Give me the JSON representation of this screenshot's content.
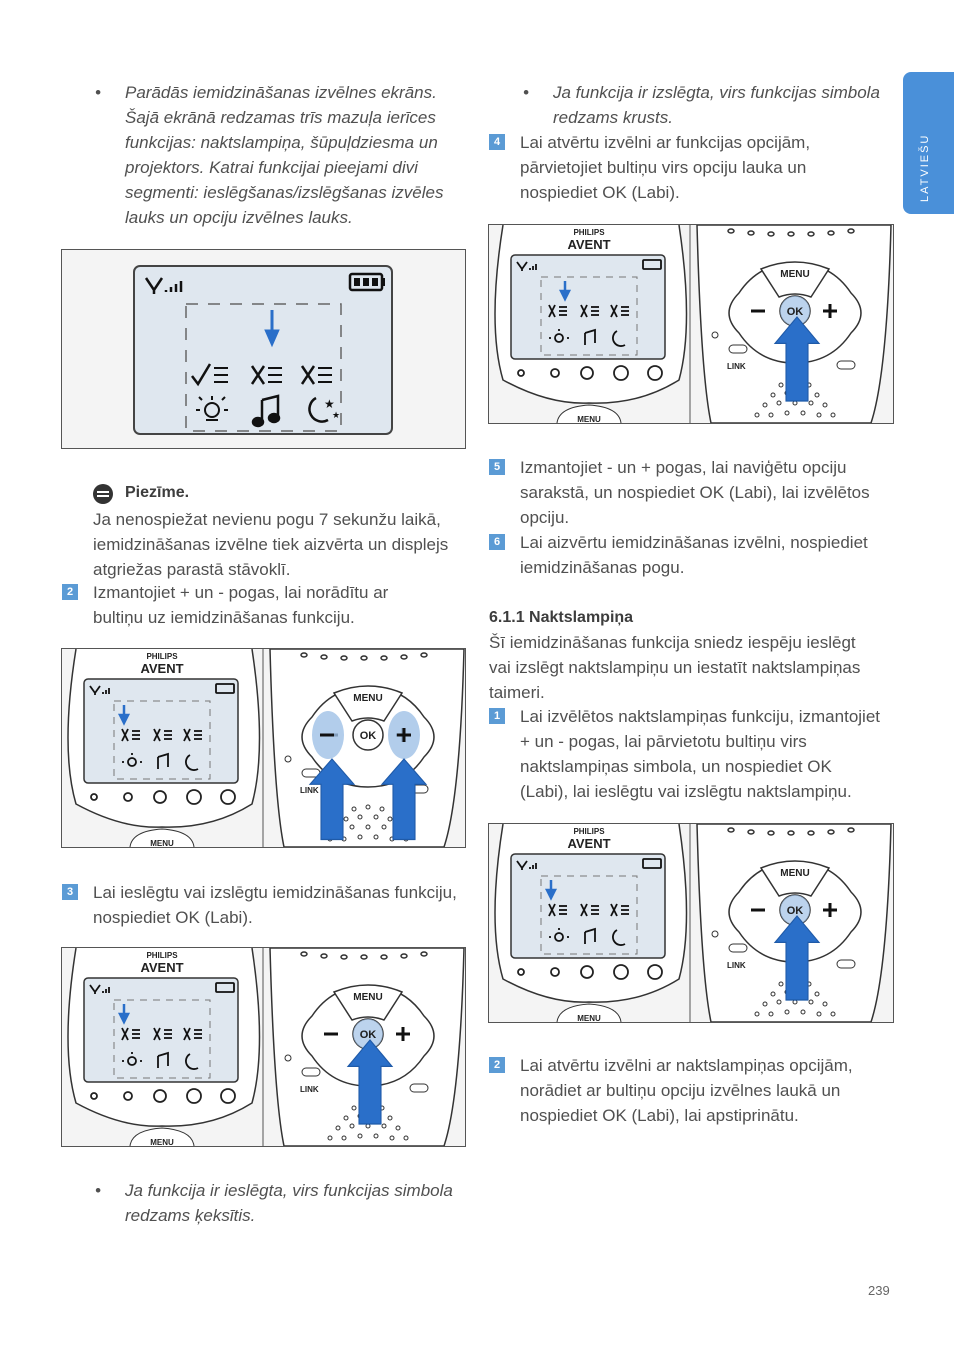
{
  "side_tab": {
    "label": "LATVIEŠU"
  },
  "page_number": "239",
  "left": {
    "intro_bullet": [
      "Parādās iemidzināšanas izvēlnes ekrāns.",
      "Šajā ekrānā redzamas trīs mazuļa ierīces",
      "funkcijas: naktslampiņa, šūpuļdziesma un",
      "projektors. Katrai funkcijai pieejami divi",
      "segmenti: ieslēgšanas/izslēgšanas izvēles",
      "lauks un opciju izvēlnes lauks."
    ],
    "note_title": "Piezīme.",
    "note_lines": [
      "Ja nenospiežat nevienu pogu 7 sekunžu laikā,",
      "iemidzināšanas izvēlne tiek aizvērta un displejs",
      "atgriežas parastā stāvoklī."
    ],
    "step2_num": "2",
    "step2_lines": [
      "Izmantojiet + un - pogas, lai norādītu ar",
      "bultiņu uz iemidzināšanas funkciju."
    ],
    "step3_num": "3",
    "step3_lines": [
      "Lai ieslēgtu vai izslēgtu iemidzināšanas funkciju,",
      "nospiediet OK (Labi)."
    ],
    "bottom_bullet": [
      "Ja funkcija ir ieslēgta, virs funkcijas simbola",
      "redzams ķeksītis."
    ]
  },
  "right": {
    "top_bullet": [
      "Ja funkcija ir izslēgta, virs funkcijas simbola",
      "redzams krusts."
    ],
    "step4_num": "4",
    "step4_lines": [
      "Lai atvērtu izvēlni ar funkcijas opcijām,",
      "pārvietojiet bultiņu virs opciju lauka un",
      "nospiediet OK (Labi)."
    ],
    "step5_num": "5",
    "step5_lines": [
      "Izmantojiet - un + pogas, lai naviģētu opciju",
      "sarakstā, un nospiediet OK (Labi), lai izvēlētos",
      "opciju."
    ],
    "step6_num": "6",
    "step6_lines": [
      "Lai aizvērtu iemidzināšanas izvēlni, nospiediet",
      "iemidzināšanas pogu."
    ],
    "section_heading": "6.1.1 Naktslampiņa",
    "section_lines": [
      "Šī iemidzināšanas funkcija sniedz iespēju ieslēgt",
      "vai izslēgt naktslampiņu un iestatīt naktslampiņas",
      "taimeri."
    ],
    "step1_num": "1",
    "step1_lines": [
      "Lai izvēlētos naktslampiņas funkciju, izmantojiet",
      "+ un - pogas, lai pārvietotu bultiņu virs",
      "naktslampiņas simbola, un nospiediet OK",
      "(Labi), lai ieslēgtu vai izslēgtu naktslampiņu."
    ],
    "step2b_num": "2",
    "step2b_lines": [
      "Lai atvērtu izvēlni ar naktslampiņas opcijām,",
      "norādiet ar bultiņu opciju izvēlnes laukā un",
      "nospiediet OK (Labi), lai apstiprinātu."
    ]
  },
  "device": {
    "brand": "PHILIPS",
    "logo": "AVENT",
    "menu_label": "MENU",
    "ok_label": "OK",
    "link_label": "LINK",
    "accent_color": "#4a90d9",
    "screen_color": "#dfe7ef"
  }
}
